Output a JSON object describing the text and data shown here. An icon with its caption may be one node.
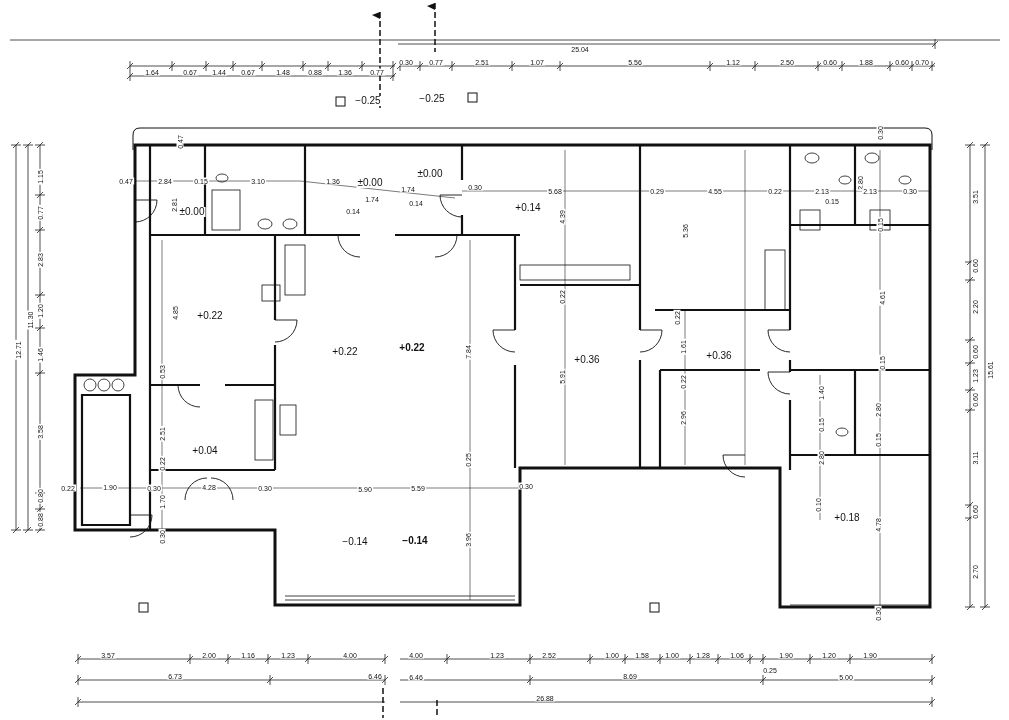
{
  "diagram": {
    "labels": [
      "25.04",
      "1.64",
      "0.67",
      "1.44",
      "0.67",
      "1.48",
      "0.88",
      "1.36",
      "0.77",
      "0.30",
      "0.77",
      "2.51",
      "1.07",
      "5.56",
      "1.12",
      "2.50",
      "0.60",
      "1.88",
      "0.60",
      "0.70",
      "−0.25",
      "−0.25",
      "0.47",
      "0.47",
      "2.84",
      "0.15",
      "3.10",
      "1.36",
      "±0.00",
      "±0.00",
      "1.74",
      "2.81",
      "±0.00",
      "1.74",
      "0.14",
      "0.14",
      "1.15",
      "0.77",
      "2.83",
      "11.30",
      "1.20",
      "12.71",
      "1.46",
      "3.58",
      "0.80",
      "0.88",
      "0.30",
      "0.30",
      "5.68",
      "0.29",
      "4.55",
      "0.22",
      "2.13",
      "2.80",
      "2.13",
      "0.30",
      "+0.14",
      "4.39",
      "0.15",
      "0.15",
      "5.36",
      "3.51",
      "0.60",
      "2.20",
      "0.60",
      "1.23",
      "0.60",
      "15.61",
      "3.11",
      "0.60",
      "2.70",
      "0.22",
      "+0.22",
      "4.85",
      "4.61",
      "0.22",
      "1.61",
      "+0.22",
      "+0.22",
      "7.84",
      "+0.36",
      "+0.36",
      "0.15",
      "0.53",
      "5.91",
      "0.22",
      "1.40",
      "2.96",
      "2.80",
      "0.15",
      "2.51",
      "0.15",
      "0.22",
      "+0.04",
      "0.25",
      "2.80",
      "0.22",
      "1.90",
      "0.30",
      "4.28",
      "0.30",
      "5.90",
      "5.59",
      "0.30",
      "1.70",
      "0.10",
      "+0.18",
      "4.78",
      "0.30",
      "−0.14",
      "−0.14",
      "3.96",
      "0.30",
      "3.57",
      "2.00",
      "1.16",
      "1.23",
      "4.00",
      "4.00",
      "1.23",
      "2.52",
      "1.00",
      "1.58",
      "1.00",
      "1.28",
      "1.06",
      "1.90",
      "1.20",
      "1.90",
      "6.73",
      "6.46",
      "6.46",
      "0.25",
      "8.69",
      "5.00",
      "26.88"
    ]
  }
}
